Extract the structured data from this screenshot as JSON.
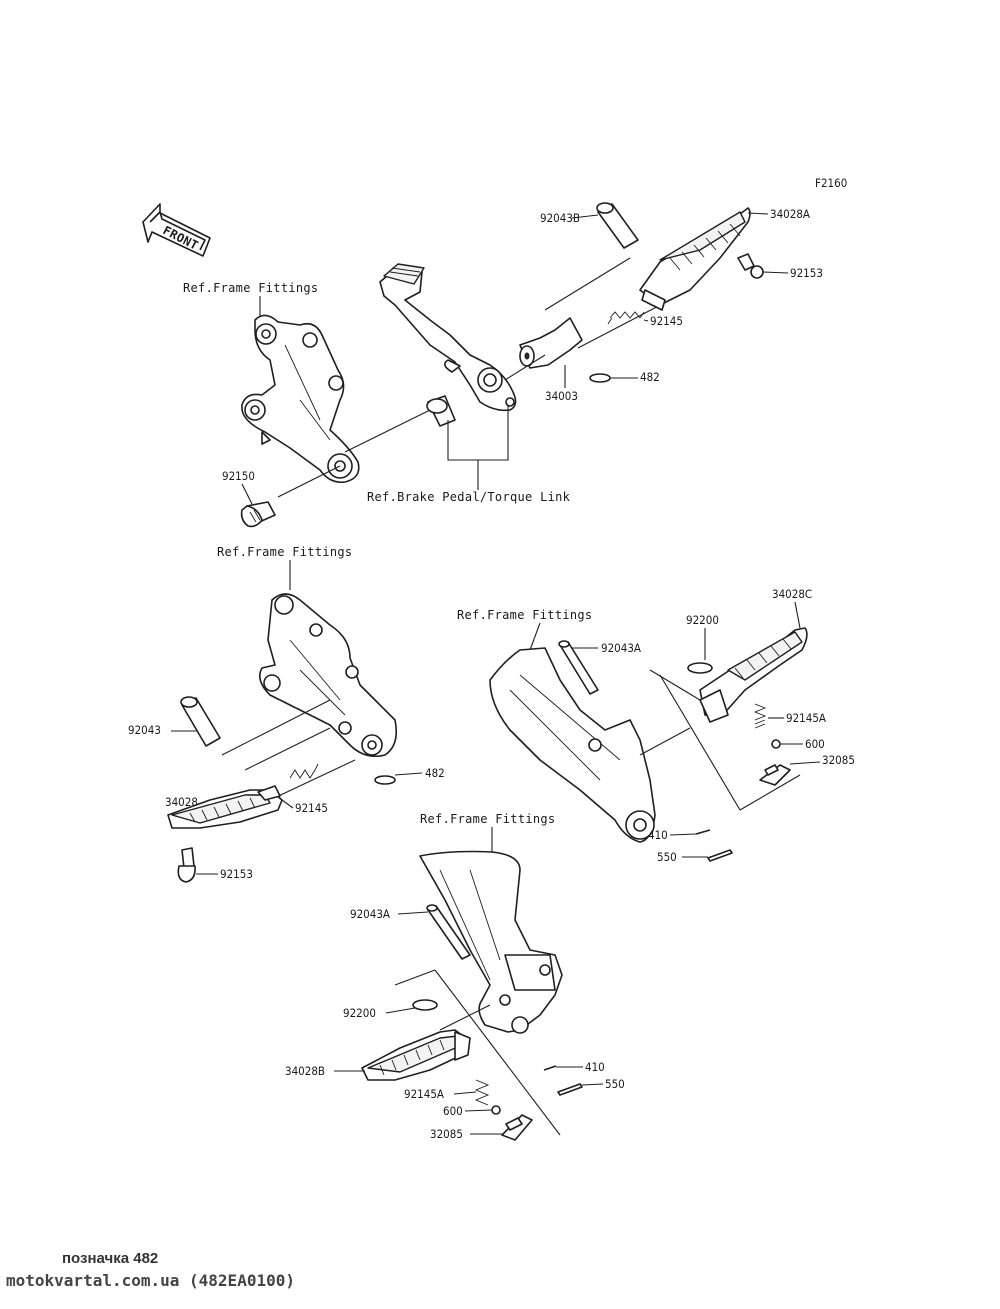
{
  "figure_code": "F2160",
  "front_label": "FRONT",
  "refs": {
    "frame_fittings": "Ref.Frame Fittings",
    "brake_pedal": "Ref.Brake Pedal/Torque Link"
  },
  "parts": {
    "p92043B": "92043B",
    "p34028A": "34028A",
    "p92153_a": "92153",
    "p92145_a": "92145",
    "p482_a": "482",
    "p34003": "34003",
    "p92150": "92150",
    "p92043": "92043",
    "p34028": "34028",
    "p92145_b": "92145",
    "p482_b": "482",
    "p92153_b": "92153",
    "p92043A_a": "92043A",
    "p92200_a": "92200",
    "p34028C": "34028C",
    "p92145A_a": "92145A",
    "p600_a": "600",
    "p32085_a": "32085",
    "p410_a": "410",
    "p550_a": "550",
    "p92043A_b": "92043A",
    "p92200_b": "92200",
    "p34028B": "34028B",
    "p410_b": "410",
    "p550_b": "550",
    "p92145A_b": "92145A",
    "p600_b": "600",
    "p32085_b": "32085"
  },
  "footer": {
    "line1": "позначка 482",
    "line2": "motokvartal.com.ua (482EA0100)"
  }
}
